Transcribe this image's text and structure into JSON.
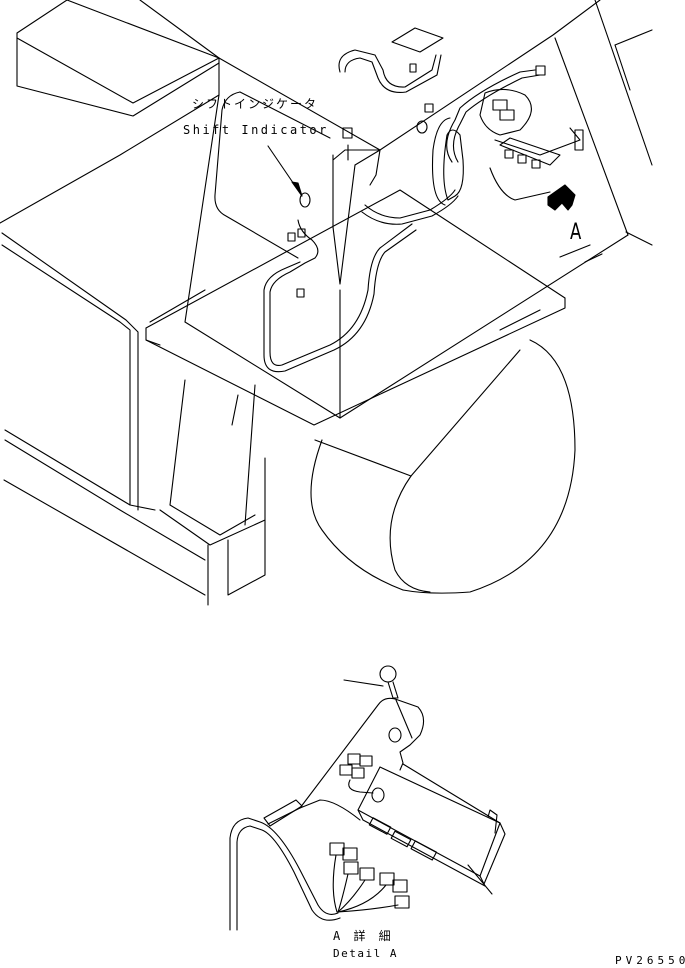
{
  "diagram": {
    "type": "exploded parts diagram - wiring harness, isometric view",
    "callouts": {
      "shift_indicator_jp": "シフトインジケータ",
      "shift_indicator_en": "Shift Indicator",
      "view_marker": "A",
      "detail_jp": "A  詳  細",
      "detail_en": "Detail A"
    },
    "drawing_code": "PV26550",
    "colors": {
      "line": "#000000",
      "background": "#ffffff"
    }
  }
}
